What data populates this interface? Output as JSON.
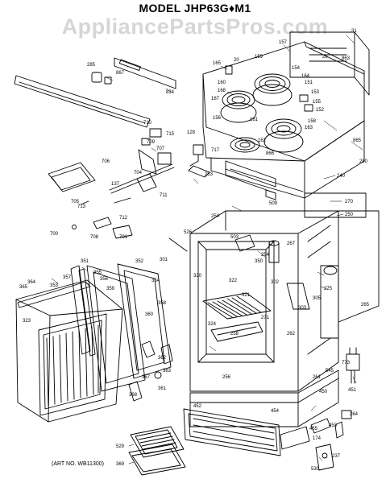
{
  "title": "MODEL JHP63G♦M1",
  "watermark": "AppliancePartsPros.com",
  "art_no": "(ART NO. WB11300)",
  "callouts": [
    {
      "id": "c1",
      "text": "31"
    },
    {
      "id": "c2",
      "text": "157"
    },
    {
      "id": "c3",
      "text": "165"
    },
    {
      "id": "c4",
      "text": "20"
    },
    {
      "id": "c5",
      "text": "159"
    },
    {
      "id": "c6",
      "text": "154"
    },
    {
      "id": "c7",
      "text": "160"
    },
    {
      "id": "c8",
      "text": "168"
    },
    {
      "id": "c9",
      "text": "167"
    },
    {
      "id": "c10",
      "text": "153"
    },
    {
      "id": "c11",
      "text": "151"
    },
    {
      "id": "c12",
      "text": "155"
    },
    {
      "id": "c13",
      "text": "156"
    },
    {
      "id": "c14",
      "text": "152"
    },
    {
      "id": "c15",
      "text": "158"
    },
    {
      "id": "c16",
      "text": "163"
    },
    {
      "id": "c17",
      "text": "164"
    },
    {
      "id": "c18",
      "text": "161"
    },
    {
      "id": "c19",
      "text": "162"
    },
    {
      "id": "c20",
      "text": "866"
    },
    {
      "id": "c21",
      "text": "865"
    },
    {
      "id": "c22",
      "text": "863"
    },
    {
      "id": "c23",
      "text": "26"
    },
    {
      "id": "c24",
      "text": "280"
    },
    {
      "id": "c25",
      "text": "285"
    },
    {
      "id": "c26",
      "text": "867"
    },
    {
      "id": "c27",
      "text": "834"
    },
    {
      "id": "c28",
      "text": "710"
    },
    {
      "id": "c29",
      "text": "709"
    },
    {
      "id": "c30",
      "text": "715"
    },
    {
      "id": "c31",
      "text": "707"
    },
    {
      "id": "c32",
      "text": "706"
    },
    {
      "id": "c33",
      "text": "704"
    },
    {
      "id": "c34",
      "text": "711"
    },
    {
      "id": "c35",
      "text": "712"
    },
    {
      "id": "c36",
      "text": "713"
    },
    {
      "id": "c37",
      "text": "700"
    },
    {
      "id": "c38",
      "text": "701"
    },
    {
      "id": "c39",
      "text": "708"
    },
    {
      "id": "c40",
      "text": "705"
    },
    {
      "id": "c41",
      "text": "137"
    },
    {
      "id": "c42",
      "text": "128"
    },
    {
      "id": "c43",
      "text": "717"
    },
    {
      "id": "c44",
      "text": "233"
    },
    {
      "id": "c45",
      "text": "240"
    },
    {
      "id": "c46",
      "text": "270"
    },
    {
      "id": "c47",
      "text": "250"
    },
    {
      "id": "c48",
      "text": "254"
    },
    {
      "id": "c49",
      "text": "509"
    },
    {
      "id": "c50",
      "text": "526"
    },
    {
      "id": "c51",
      "text": "503"
    },
    {
      "id": "c52",
      "text": "301"
    },
    {
      "id": "c53",
      "text": "254"
    },
    {
      "id": "c54",
      "text": "267"
    },
    {
      "id": "c55",
      "text": "350"
    },
    {
      "id": "c56",
      "text": "351"
    },
    {
      "id": "c57",
      "text": "352"
    },
    {
      "id": "c58",
      "text": "355"
    },
    {
      "id": "c59",
      "text": "357"
    },
    {
      "id": "c60",
      "text": "354"
    },
    {
      "id": "c61",
      "text": "353"
    },
    {
      "id": "c62",
      "text": "356"
    },
    {
      "id": "c63",
      "text": "359"
    },
    {
      "id": "c64",
      "text": "358"
    },
    {
      "id": "c65",
      "text": "360"
    },
    {
      "id": "c66",
      "text": "367"
    },
    {
      "id": "c67",
      "text": "364"
    },
    {
      "id": "c68",
      "text": "365"
    },
    {
      "id": "c69",
      "text": "323"
    },
    {
      "id": "c70",
      "text": "320"
    },
    {
      "id": "c71",
      "text": "322"
    },
    {
      "id": "c72",
      "text": "321"
    },
    {
      "id": "c73",
      "text": "324"
    },
    {
      "id": "c74",
      "text": "271"
    },
    {
      "id": "c75",
      "text": "302"
    },
    {
      "id": "c76",
      "text": "303"
    },
    {
      "id": "c77",
      "text": "305"
    },
    {
      "id": "c78",
      "text": "275"
    },
    {
      "id": "c79",
      "text": "265"
    },
    {
      "id": "c80",
      "text": "258"
    },
    {
      "id": "c81",
      "text": "262"
    },
    {
      "id": "c82",
      "text": "256"
    },
    {
      "id": "c83",
      "text": "261"
    },
    {
      "id": "c84",
      "text": "773"
    },
    {
      "id": "c85",
      "text": "545"
    },
    {
      "id": "c86",
      "text": "451"
    },
    {
      "id": "c87",
      "text": "452"
    },
    {
      "id": "c88",
      "text": "450"
    },
    {
      "id": "c89",
      "text": "454"
    },
    {
      "id": "c90",
      "text": "455"
    },
    {
      "id": "c91",
      "text": "453"
    },
    {
      "id": "c92",
      "text": "174"
    },
    {
      "id": "c93",
      "text": "264"
    },
    {
      "id": "c94",
      "text": "237"
    },
    {
      "id": "c95",
      "text": "530"
    },
    {
      "id": "c96",
      "text": "529"
    },
    {
      "id": "c97",
      "text": "369"
    },
    {
      "id": "c98",
      "text": "368"
    },
    {
      "id": "c99",
      "text": "361"
    },
    {
      "id": "c100",
      "text": "362"
    },
    {
      "id": "c101",
      "text": "363"
    }
  ]
}
